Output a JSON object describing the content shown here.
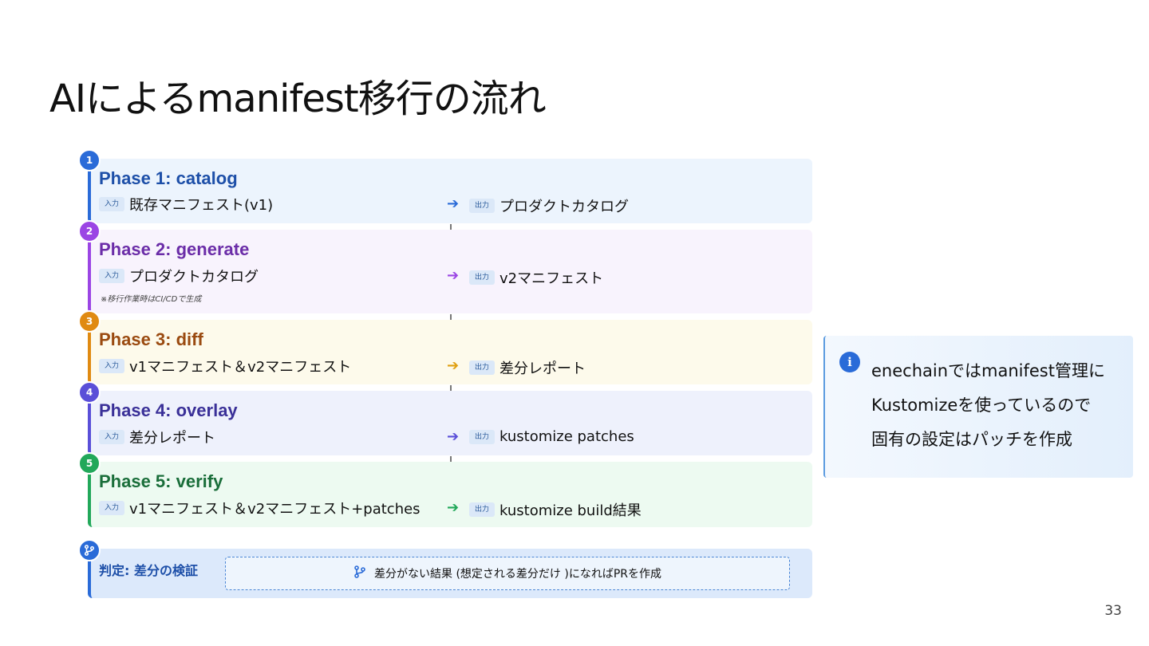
{
  "title": "AIによるmanifest移行の流れ",
  "labels": {
    "input_tag": "入力",
    "output_tag": "出力",
    "arrow": "➔"
  },
  "phases": [
    {
      "number": "1",
      "name": "Phase 1: catalog",
      "input": "既存マニフェスト(v1)",
      "output": "プロダクトカタログ",
      "note": "",
      "accent": "#2a6bd8",
      "bg": "#ecf4fd",
      "title_color": "#1d4fa8"
    },
    {
      "number": "2",
      "name": "Phase 2: generate",
      "input": "プロダクトカタログ",
      "output": "v2マニフェスト",
      "note": "※移行作業時はCI/CDで生成",
      "accent": "#9b45e4",
      "bg": "#f8f3fd",
      "title_color": "#6b2da8"
    },
    {
      "number": "3",
      "name": "Phase 3: diff",
      "input": "v1マニフェスト＆v2マニフェスト",
      "output": "差分レポート",
      "note": "",
      "accent": "#e08a12",
      "bg": "#fdfaeb",
      "title_color": "#9a4a10"
    },
    {
      "number": "4",
      "name": "Phase 4: overlay",
      "input": "差分レポート",
      "output": "kustomize patches",
      "note": "",
      "accent": "#5a4fd8",
      "bg": "#eef1fc",
      "title_color": "#3a3098"
    },
    {
      "number": "5",
      "name": "Phase 5: verify",
      "input": "v1マニフェスト＆v2マニフェスト+patches",
      "output": "kustomize build結果",
      "note": "",
      "accent": "#22a85a",
      "bg": "#edfaf1",
      "title_color": "#1a6e3a"
    }
  ],
  "judgement": {
    "title": "判定: 差分の検証",
    "text": "差分がない結果 (想定される差分だけ )になればPRを作成"
  },
  "info": {
    "lines": [
      "enechainではmanifest管理に",
      "Kustomizeを使っているので",
      "固有の設定はパッチを作成"
    ]
  },
  "page_number": "33"
}
